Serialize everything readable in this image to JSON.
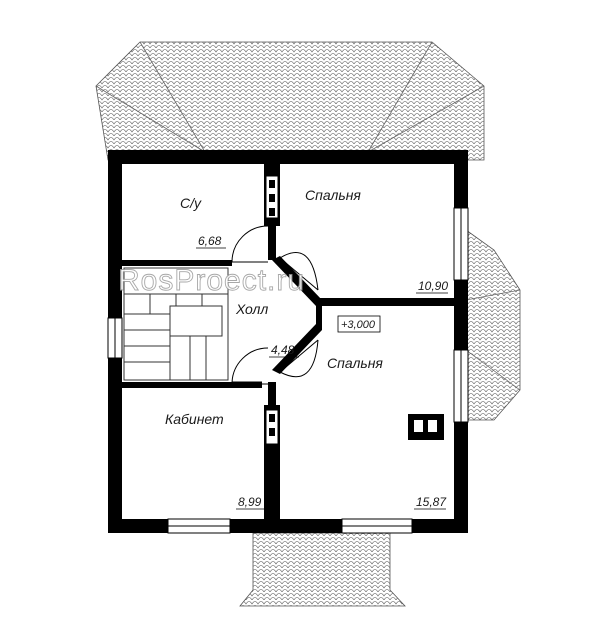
{
  "watermark": "RosProect.ru",
  "level_mark": "+3,000",
  "rooms": {
    "bathroom": {
      "name": "С/у",
      "area": "6,68"
    },
    "bedroom_top": {
      "name": "Спальня",
      "area": "10,90"
    },
    "hall": {
      "name": "Холл",
      "area": "4,48"
    },
    "bedroom_bottom": {
      "name": "Спальня",
      "area": "15,87"
    },
    "office": {
      "name": "Кабинет",
      "area": "8,99"
    }
  },
  "colors": {
    "wall": "#000000",
    "roof_line": "#555555"
  }
}
